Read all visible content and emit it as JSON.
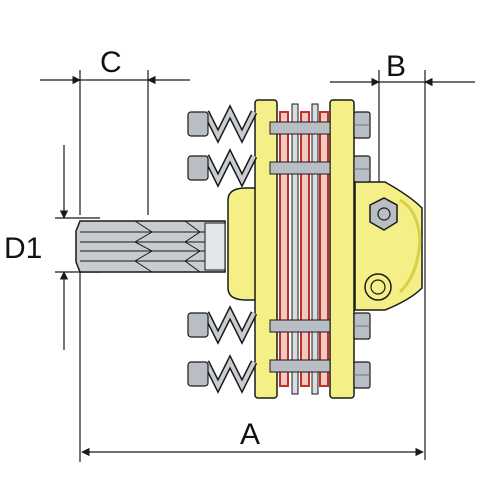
{
  "dimensions": {
    "a_label": "A",
    "b_label": "B",
    "c_label": "C",
    "d1_label": "D1"
  },
  "colors": {
    "line": "#1a1a1a",
    "yellow_body": "#f4ef86",
    "yellow_dark": "#d8cf4a",
    "steel": "#b9bec4",
    "steel_dark": "#6f767e",
    "friction_red": "#c0312b",
    "background": "#ffffff"
  },
  "icons": {
    "spring": "compression-spring-icon",
    "nut": "hex-nut-icon",
    "bolt": "hex-bolt-icon",
    "shaft": "splined-shaft-icon"
  }
}
